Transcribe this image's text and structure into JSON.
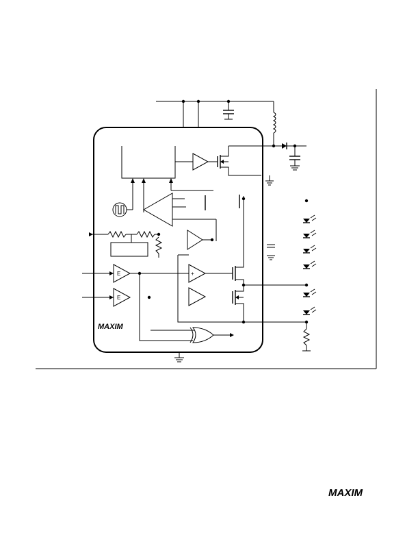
{
  "diagram": {
    "logo_inside": "MAXIM",
    "logo_footer": "MAXIM",
    "comparator_in_symbol_1": "E",
    "comparator_in_symbol_2": "E",
    "amp_plus_sign": "+"
  },
  "colors": {
    "ink": "#000000",
    "paper": "#ffffff"
  },
  "icons": [
    "led-icon",
    "ground-icon",
    "inductor-icon",
    "diode-icon",
    "capacitor-icon",
    "resistor-icon",
    "oscillator-icon",
    "op-amp-icon",
    "or-gate-icon",
    "mosfet-icon"
  ]
}
